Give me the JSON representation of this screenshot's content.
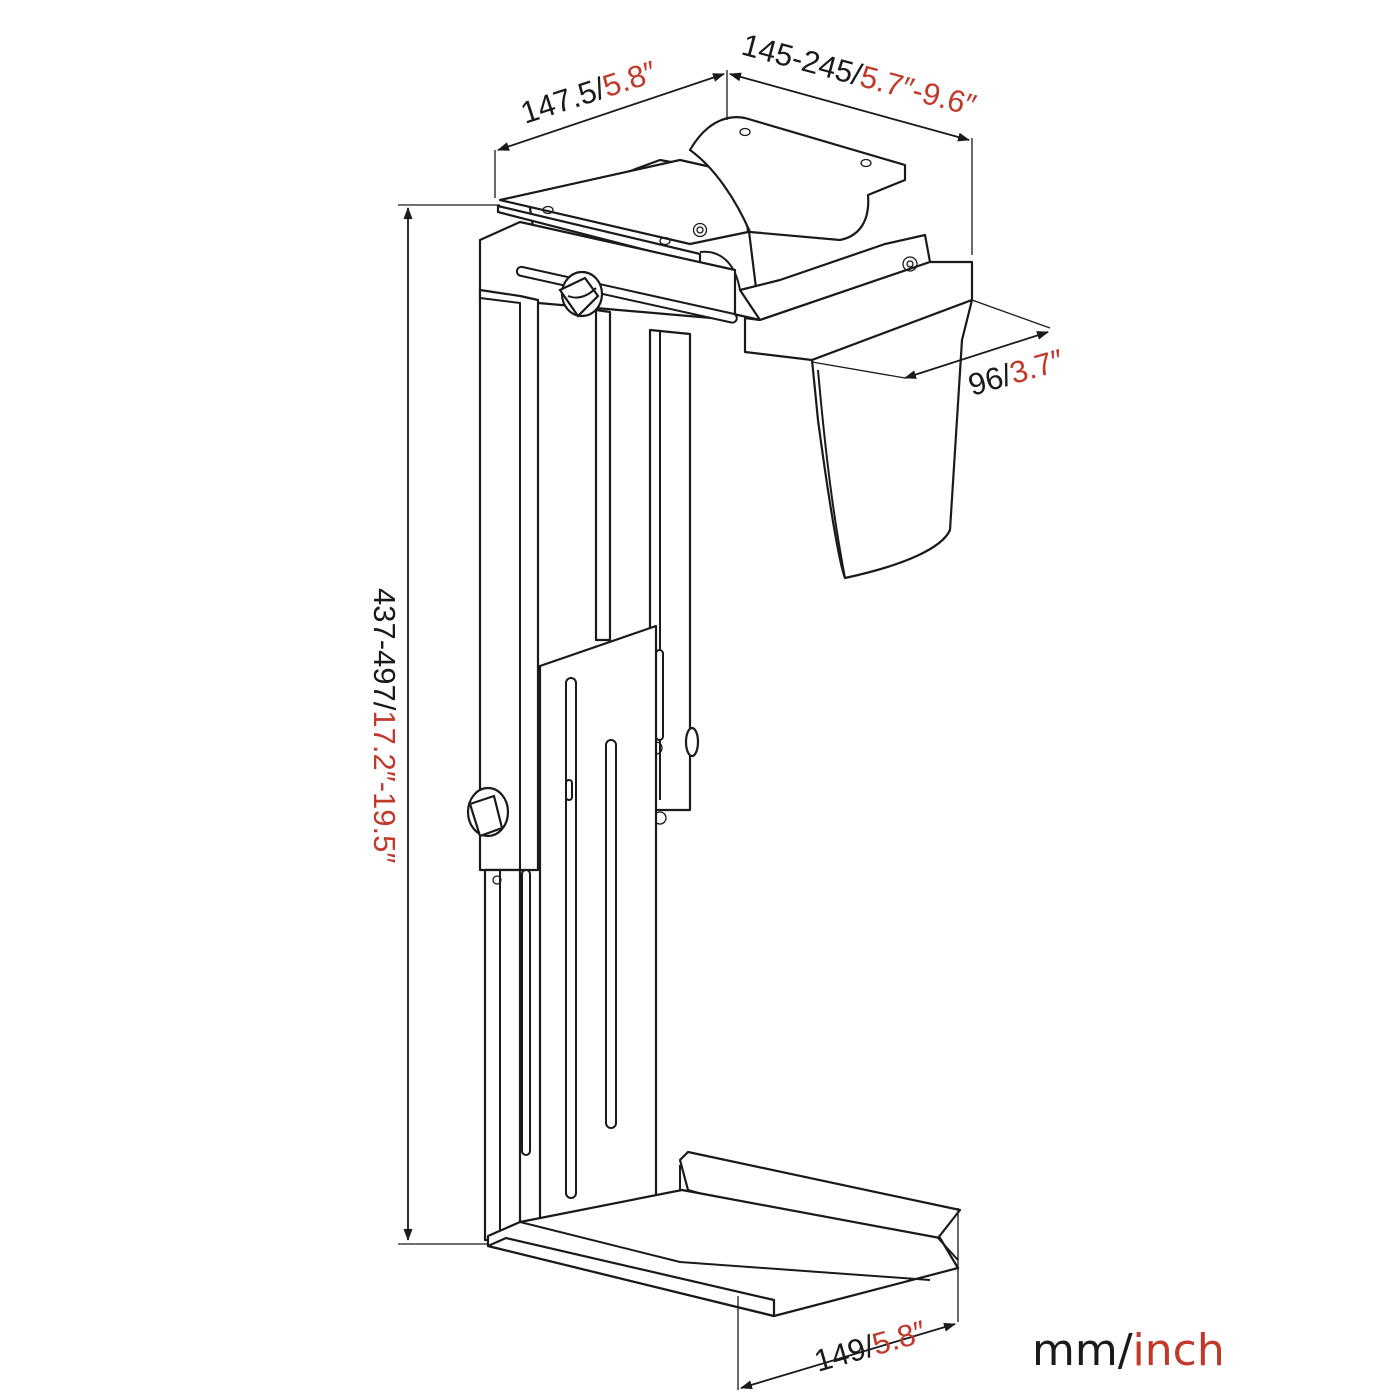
{
  "dimensions": {
    "top_width": {
      "mm": "147.5/",
      "inch": "5.8″"
    },
    "clamp_range": {
      "mm": "145-245/",
      "inch": "5.7″-9.6″"
    },
    "side_plate": {
      "mm": "96/",
      "inch": "3.7″"
    },
    "height_range": {
      "mm": "437-497/",
      "inch": "17.2″-19.5″"
    },
    "bottom_width": {
      "mm": "149/",
      "inch": "5.8″"
    }
  },
  "units": {
    "mm": "mm/",
    "inch": "inch"
  },
  "colors": {
    "dimension_mm": "#1a1a1a",
    "dimension_inch": "#c0392b"
  }
}
